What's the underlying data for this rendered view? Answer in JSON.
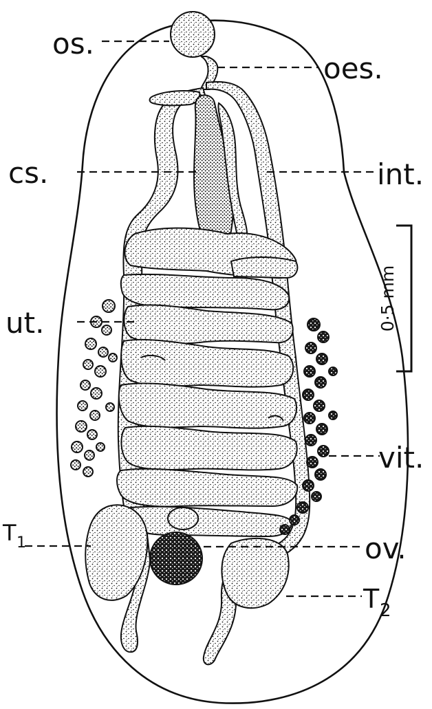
{
  "figure": {
    "scale_bar_label": "0·5 mm",
    "labels": {
      "os": "os.",
      "oes": "oes.",
      "cs": "cs.",
      "int": "int.",
      "ut": "ut.",
      "vit": "vit.",
      "ov": "ov.",
      "t1_main": "T",
      "t1_sub": "1",
      "t2_main": "T",
      "t2_sub": "2"
    },
    "colors": {
      "ink": "#111111",
      "paper": "#ffffff",
      "stipple": "#111111"
    }
  }
}
